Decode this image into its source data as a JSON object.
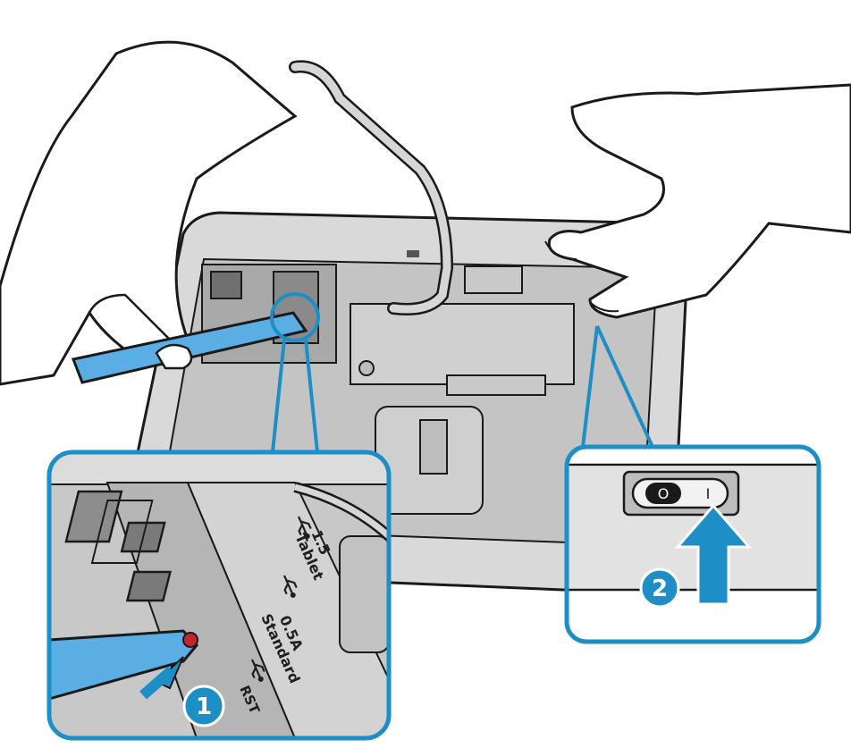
{
  "colors": {
    "accent": "#1e8fc6",
    "accent_dark": "#1a6fa8",
    "tool_blue": "#5aaee4",
    "device_gray": "#d9d9d9",
    "device_mid": "#c4c4c4",
    "device_dark": "#a9a9a9",
    "outline": "#1a1a1a",
    "reset_red": "#c0272d"
  },
  "steps": [
    {
      "number": "1"
    },
    {
      "number": "2"
    }
  ],
  "port_labels": {
    "tablet": "Tablet",
    "tablet_current": "1.5",
    "standard": "Standard",
    "standard_current": "0.5A",
    "reset": "RST"
  },
  "switch": {
    "off_symbol": "O",
    "on_symbol": "I"
  },
  "icons": [
    "usb-icon",
    "usb-icon",
    "usb-icon",
    "up-arrow-icon",
    "left-arrow-icon"
  ]
}
